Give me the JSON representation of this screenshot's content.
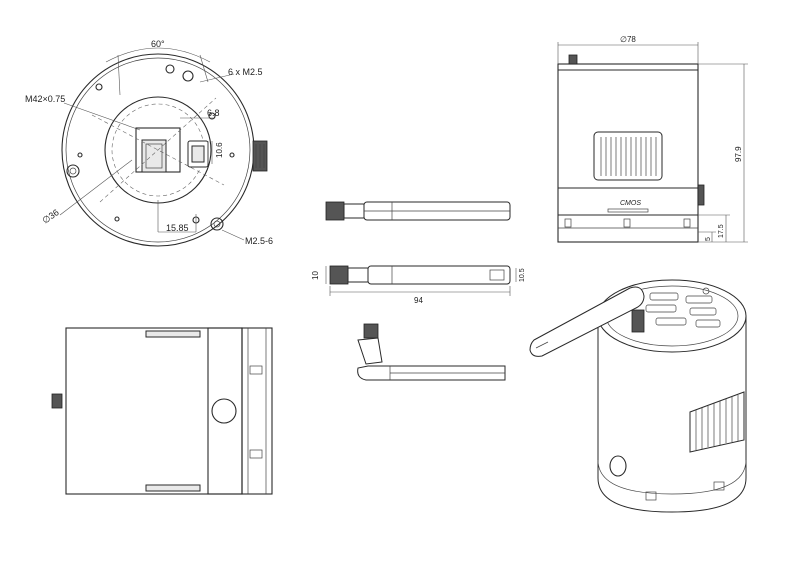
{
  "front_view": {
    "angle_label": "60°",
    "screw_label": "6 x  M2.5",
    "thread_label": "M42×0.75",
    "dim_6_8": "6.8",
    "dim_10_6": "10.6",
    "dia_36": "∅36",
    "dim_15_85": "15.85",
    "mount_label": "M2.5-6"
  },
  "side_view": {
    "dia_78": "∅78",
    "height_97_9": "97.9",
    "dim_17_5": "17.5",
    "dim_5": "5",
    "sensor_label": "CMOS"
  },
  "antenna_view": {
    "width_10": "10",
    "length_94": "94",
    "tip_10_5": "10.5"
  }
}
